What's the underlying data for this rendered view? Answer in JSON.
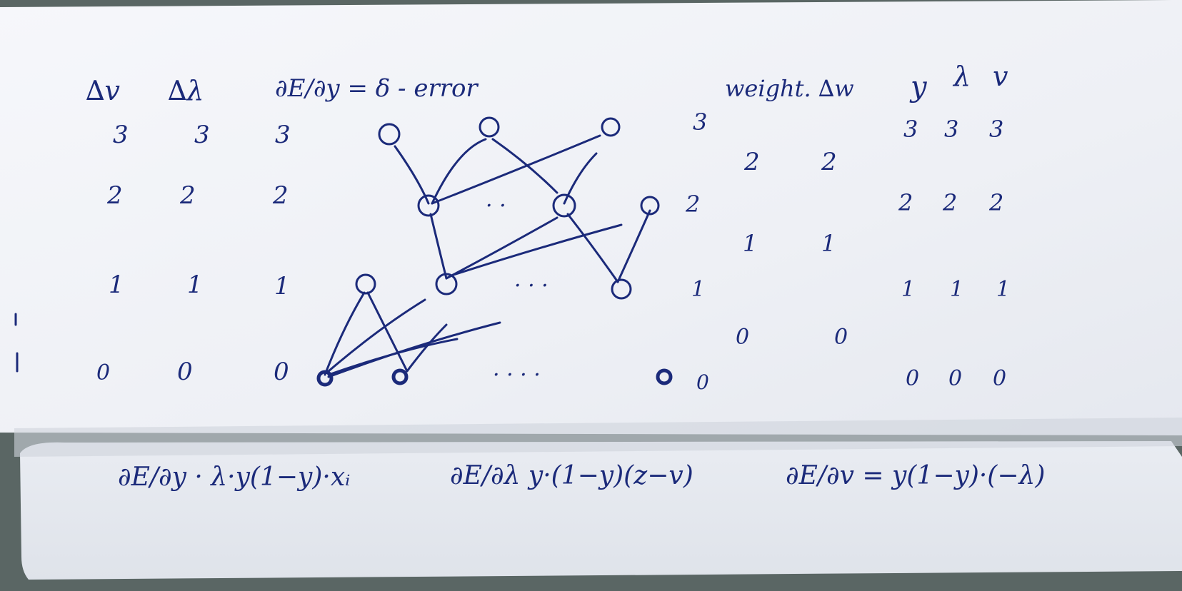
{
  "top_left_header": [
    "∆v",
    "∆λ",
    "∂E/∂y = δ - error"
  ],
  "top_right_header": [
    "weight. ∆w",
    "y",
    "λ",
    "v"
  ],
  "left_columns": {
    "col1": [
      "3",
      "2",
      "1",
      "0"
    ],
    "col2": [
      "3",
      "2",
      "1",
      "0"
    ],
    "col3": [
      "3",
      "2",
      "1",
      "0"
    ]
  },
  "network_layer_numbers": [
    "3",
    "2",
    "1",
    "0"
  ],
  "weights_columns": {
    "col1": [
      "2",
      "1",
      "0"
    ],
    "col2": [
      "2",
      "1",
      "0"
    ]
  },
  "right_columns": {
    "col1": [
      "3",
      "2",
      "1",
      "0"
    ],
    "col2": [
      "3",
      "2",
      "1",
      "0"
    ],
    "col3": [
      "3",
      "2",
      "1",
      "0"
    ]
  },
  "ellipses": [
    "· ·",
    "· · ·",
    "· · · ·"
  ],
  "formulas": [
    "∂E/∂y · λ·y(1−y)·xᵢ",
    "∂E/∂λ y·(1−y)(z−v)",
    "∂E/∂v = y(1−y)·(−λ)"
  ],
  "colors": {
    "ink": "#1b2a7a",
    "paper": "#f3f4f8"
  }
}
